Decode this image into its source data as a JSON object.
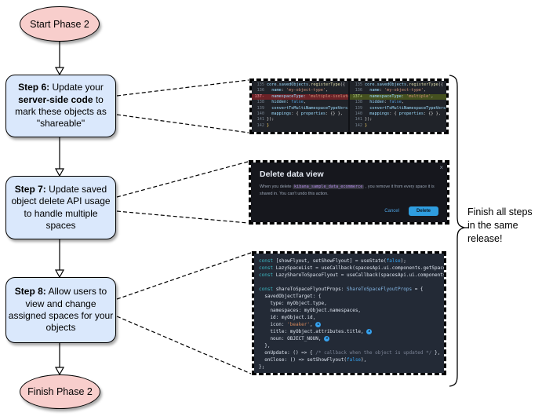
{
  "flowchart": {
    "start": {
      "label": "Start Phase 2"
    },
    "finish": {
      "label": "Finish Phase 2"
    },
    "steps": [
      {
        "segments": [
          {
            "t": "Step 6:",
            "b": true
          },
          {
            "t": " Update your ",
            "b": false
          },
          {
            "t": "server-side code",
            "b": true
          },
          {
            "t": " to mark these objects as \"shareable\"",
            "b": false
          }
        ]
      },
      {
        "segments": [
          {
            "t": "Step 7:",
            "b": true
          },
          {
            "t": " Update saved object delete API usage to handle multiple spaces",
            "b": false
          }
        ]
      },
      {
        "segments": [
          {
            "t": "Step 8:",
            "b": true
          },
          {
            "t": " Allow users to view and change assigned spaces for your objects",
            "b": false
          }
        ]
      }
    ],
    "brace_note": "Finish all steps in the same release!"
  },
  "colors": {
    "step_box_fill": "#dae8fc",
    "terminal_fill": "#f8cecc",
    "delete_button_blue": "#2f9ddf",
    "annotation_badge_blue": "#36a2ef",
    "diff_removed_bg": "#6b2227",
    "diff_added_bg": "#45511f"
  },
  "diff": {
    "left": {
      "lines": [
        {
          "num": "135",
          "tokens": [
            {
              "t": "core",
              "c": "prop"
            },
            {
              "t": ".",
              "c": "pl"
            },
            {
              "t": "savedObjects",
              "c": "prop"
            },
            {
              "t": ".",
              "c": "pl"
            },
            {
              "t": "registerType",
              "c": "fn"
            },
            {
              "t": "({",
              "c": "pl"
            }
          ]
        },
        {
          "num": "136",
          "tokens": [
            {
              "t": "  name",
              "c": "prop"
            },
            {
              "t": ": ",
              "c": "pl"
            },
            {
              "t": "'my-object-type'",
              "c": "str"
            },
            {
              "t": ",",
              "c": "pl"
            }
          ]
        },
        {
          "num": "137-",
          "cls": "del",
          "tokens": [
            {
              "t": "  namespaceType",
              "c": "prop"
            },
            {
              "t": ": ",
              "c": "pl"
            },
            {
              "t": "'multiple-isolated'",
              "c": "str"
            },
            {
              "t": ",",
              "c": "pl"
            }
          ]
        },
        {
          "num": "138",
          "tokens": [
            {
              "t": "  hidden",
              "c": "prop"
            },
            {
              "t": ": ",
              "c": "pl"
            },
            {
              "t": "false",
              "c": "bool"
            },
            {
              "t": ",",
              "c": "pl"
            }
          ]
        },
        {
          "num": "139",
          "tokens": [
            {
              "t": "  convertToMultiNamespaceTypeVersion",
              "c": "prop"
            },
            {
              "t": ": ",
              "c": "pl"
            },
            {
              "t": "'",
              "c": "str"
            }
          ]
        },
        {
          "num": "140",
          "tokens": [
            {
              "t": "  mappings",
              "c": "prop"
            },
            {
              "t": ": { ",
              "c": "pl"
            },
            {
              "t": "properties",
              "c": "prop"
            },
            {
              "t": ": {} },",
              "c": "pl"
            }
          ]
        },
        {
          "num": "141",
          "tokens": [
            {
              "t": "});",
              "c": "pl"
            }
          ]
        },
        {
          "num": "142",
          "tokens": [
            {
              "t": "}",
              "c": "brace"
            }
          ]
        }
      ]
    },
    "right": {
      "lines": [
        {
          "num": "135",
          "tokens": [
            {
              "t": "core",
              "c": "prop"
            },
            {
              "t": ".",
              "c": "pl"
            },
            {
              "t": "savedObjects",
              "c": "prop"
            },
            {
              "t": ".",
              "c": "pl"
            },
            {
              "t": "registerType",
              "c": "fn"
            },
            {
              "t": "({",
              "c": "pl"
            }
          ]
        },
        {
          "num": "136",
          "tokens": [
            {
              "t": "  name",
              "c": "prop"
            },
            {
              "t": ": ",
              "c": "pl"
            },
            {
              "t": "'my-object-type'",
              "c": "str"
            },
            {
              "t": ",",
              "c": "pl"
            }
          ]
        },
        {
          "num": "137+",
          "cls": "add",
          "tokens": [
            {
              "t": "  namespaceType",
              "c": "prop"
            },
            {
              "t": ": ",
              "c": "pl"
            },
            {
              "t": "'multiple'",
              "c": "str"
            },
            {
              "t": ",",
              "c": "pl"
            }
          ]
        },
        {
          "num": "138",
          "tokens": [
            {
              "t": "  hidden",
              "c": "prop"
            },
            {
              "t": ": ",
              "c": "pl"
            },
            {
              "t": "false",
              "c": "bool"
            },
            {
              "t": ",",
              "c": "pl"
            }
          ]
        },
        {
          "num": "139",
          "tokens": [
            {
              "t": "  convertToMultiNamespaceTypeVersion",
              "c": "prop"
            },
            {
              "t": ": ",
              "c": "pl"
            },
            {
              "t": "'",
              "c": "str"
            }
          ]
        },
        {
          "num": "140",
          "tokens": [
            {
              "t": "  mappings",
              "c": "prop"
            },
            {
              "t": ": { ",
              "c": "pl"
            },
            {
              "t": "properties",
              "c": "prop"
            },
            {
              "t": ": {} },",
              "c": "pl"
            }
          ]
        },
        {
          "num": "141",
          "tokens": [
            {
              "t": "});",
              "c": "pl"
            }
          ]
        },
        {
          "num": "142",
          "tokens": [
            {
              "t": "}",
              "c": "brace"
            }
          ]
        }
      ]
    }
  },
  "modal": {
    "title": "Delete data view",
    "close_icon": "×",
    "body_prefix": "When you delete ",
    "code": "kibana_sample_data_ecommerce",
    "body_suffix": " , you remove it from every space it is shared in. You can't undo this action.",
    "cancel_label": "Cancel",
    "delete_label": "Delete"
  },
  "flyout_code": {
    "lines": [
      {
        "tokens": [
          {
            "t": "const ",
            "c": "kw"
          },
          {
            "t": "[showFlyout, setShowFlyout] = useState(",
            "c": "pl"
          },
          {
            "t": "false",
            "c": "bool"
          },
          {
            "t": ");",
            "c": "pl"
          }
        ]
      },
      {
        "tokens": [
          {
            "t": "const ",
            "c": "kw"
          },
          {
            "t": "LazySpaceList = useCallback(spacesApi.ui.components.getSpaceList",
            "c": "pl"
          }
        ]
      },
      {
        "tokens": [
          {
            "t": "const ",
            "c": "kw"
          },
          {
            "t": "LazyShareToSpaceFlyout = useCallback(spacesApi.ui.components.get",
            "c": "pl"
          }
        ]
      },
      {
        "tokens": []
      },
      {
        "tokens": [
          {
            "t": "const ",
            "c": "kw"
          },
          {
            "t": "shareToSpaceFlyoutProps: ",
            "c": "pl"
          },
          {
            "t": "ShareToSpaceFlyoutProps",
            "c": "type"
          },
          {
            "t": " = {",
            "c": "pl"
          }
        ]
      },
      {
        "tokens": [
          {
            "t": "  savedObjectTarget: {",
            "c": "pl"
          }
        ]
      },
      {
        "tokens": [
          {
            "t": "    type: myObject.type,",
            "c": "pl"
          }
        ]
      },
      {
        "tokens": [
          {
            "t": "    namespaces: myObject.namespaces,",
            "c": "pl"
          }
        ]
      },
      {
        "tokens": [
          {
            "t": "    id: myObject.id,",
            "c": "pl"
          }
        ]
      },
      {
        "tokens": [
          {
            "t": "    icon: ",
            "c": "pl"
          },
          {
            "t": "'beaker'",
            "c": "str"
          },
          {
            "t": ", ",
            "c": "pl"
          },
          {
            "badge": "1"
          }
        ]
      },
      {
        "tokens": [
          {
            "t": "    title: myObject.attributes.title, ",
            "c": "pl"
          },
          {
            "badge": "2"
          }
        ]
      },
      {
        "tokens": [
          {
            "t": "    noun: OBJECT_NOUN, ",
            "c": "pl"
          },
          {
            "badge": "3"
          }
        ]
      },
      {
        "tokens": [
          {
            "t": "  },",
            "c": "pl"
          }
        ]
      },
      {
        "tokens": [
          {
            "t": "  onUpdate: () => { ",
            "c": "pl"
          },
          {
            "t": "/* callback when the object is updated */",
            "c": "cm"
          },
          {
            "t": " },",
            "c": "pl"
          }
        ]
      },
      {
        "tokens": [
          {
            "t": "  onClose: () => setShowFlyout(",
            "c": "pl"
          },
          {
            "t": "false",
            "c": "bool"
          },
          {
            "t": "),",
            "c": "pl"
          }
        ]
      },
      {
        "tokens": [
          {
            "t": "};",
            "c": "pl"
          }
        ]
      }
    ]
  }
}
